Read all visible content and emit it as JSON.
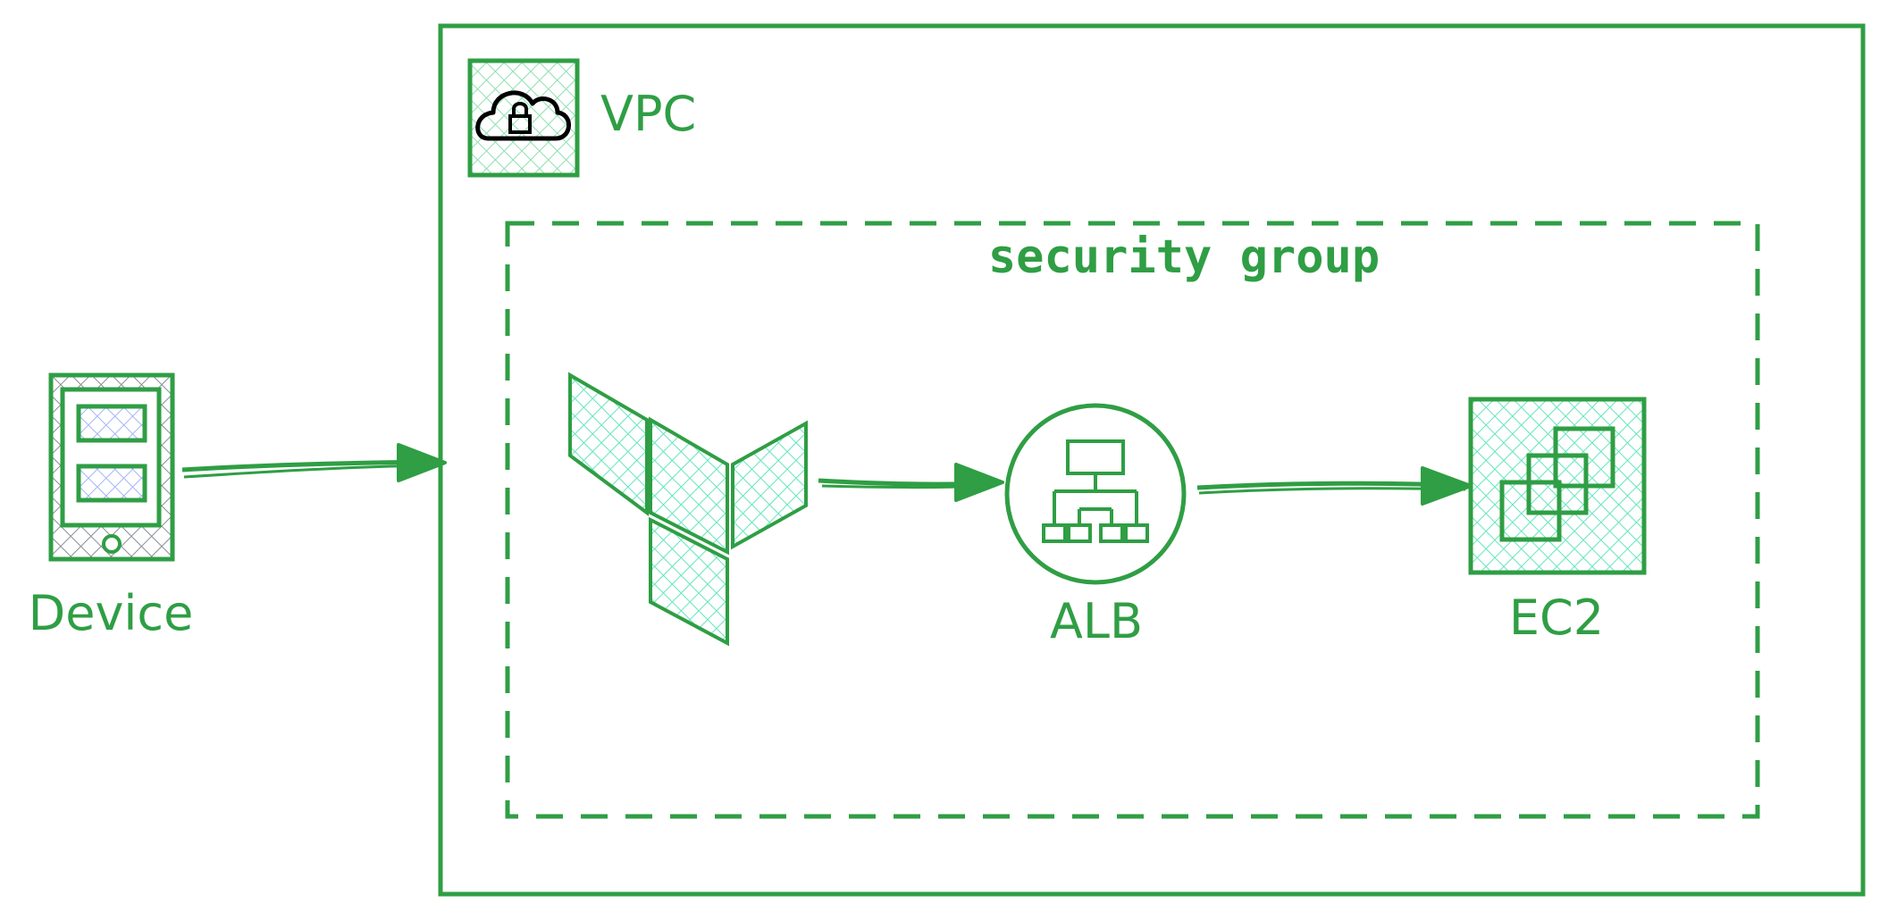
{
  "diagram": {
    "colors": {
      "stroke": "#2f9e44",
      "hatch_green": "#8ee0b0",
      "hatch_teal": "#63e6be",
      "hatch_gray": "#868e96",
      "hatch_blue": "#a5b4fc",
      "lock_stroke": "#000000"
    },
    "vpc": {
      "label": "VPC",
      "icon": "cloud-lock-icon"
    },
    "security_group": {
      "label": "security group"
    },
    "device": {
      "label": "Device",
      "icon": "mobile-device-icon"
    },
    "terraform": {
      "icon": "terraform-icon"
    },
    "alb": {
      "label": "ALB",
      "icon": "load-balancer-icon"
    },
    "ec2": {
      "label": "EC2",
      "icon": "ec2-instance-icon"
    },
    "edges": [
      {
        "from": "Device",
        "to": "VPC"
      },
      {
        "from": "terraform",
        "to": "ALB"
      },
      {
        "from": "ALB",
        "to": "EC2"
      }
    ]
  }
}
